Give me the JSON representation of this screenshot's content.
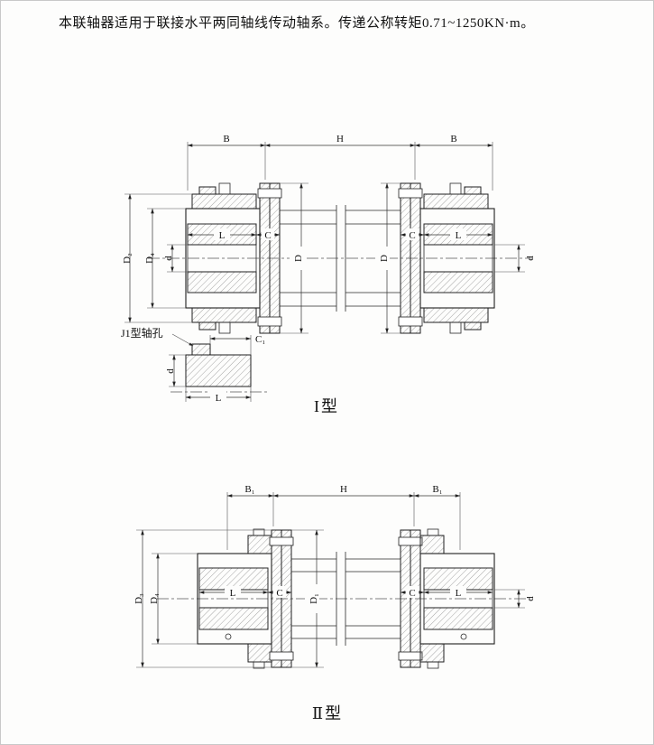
{
  "page": {
    "intro_text": "本联轴器适用于联接水平两同轴线传动轴系。传递公称转矩0.71~1250KN·m。"
  },
  "figure1": {
    "caption": "I型",
    "detail": {
      "label": "J1型轴孔",
      "c1": "C₁",
      "l": "L",
      "d": "d"
    },
    "dims": {
      "b_left": "B",
      "h": "H",
      "b_right": "B",
      "d2": "D₂",
      "d4": "D₄",
      "d_small_left": "d",
      "d_small_right": "d",
      "l_left": "L",
      "c_left": "C",
      "flange_d_left": "D",
      "flange_d_right": "D",
      "c_right": "C",
      "l_right": "L"
    }
  },
  "figure2": {
    "caption": "Ⅱ型",
    "dims": {
      "b1_left": "B₁",
      "h": "H",
      "b1_right": "B₁",
      "d3": "D₃",
      "d4": "D₄",
      "d1": "D₁",
      "d_small_right": "d",
      "l_left": "L",
      "c_left": "C",
      "c_right": "C",
      "l_right": "L"
    }
  }
}
